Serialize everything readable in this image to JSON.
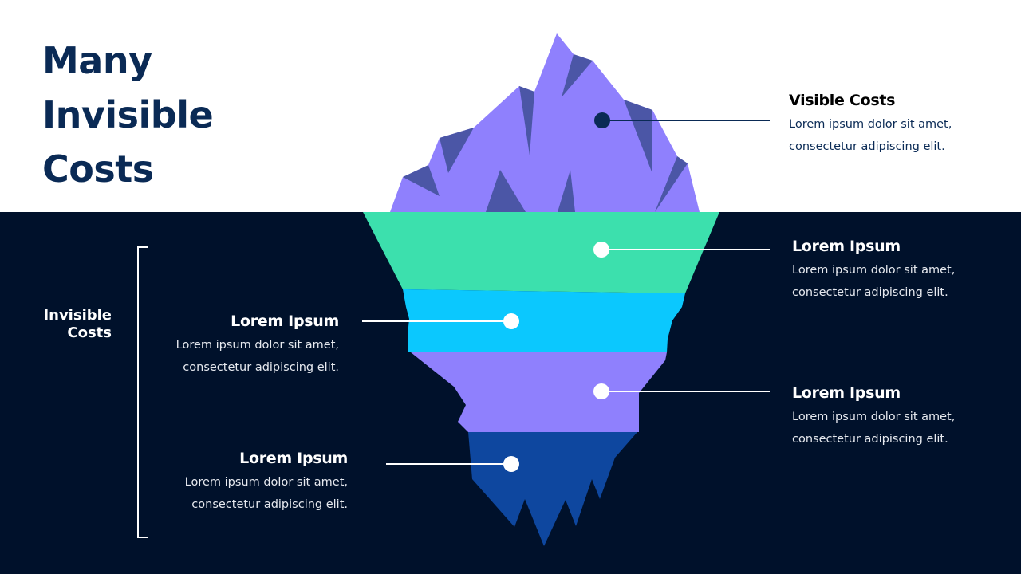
{
  "slide": {
    "title_lines": [
      "Many",
      "Invisible",
      "Costs"
    ],
    "invisible_label_lines": [
      "Invisible",
      "Costs"
    ]
  },
  "colors": {
    "navy_background": "#00112b",
    "title_navy": "#0a2a55",
    "ice_purple": "#8f80fd",
    "ice_shadow": "#4b56a6",
    "band_green": "#3ce0ad",
    "band_cyan": "#0bc8fe",
    "band_violet": "#8f80fd",
    "band_blue": "#0e479f"
  },
  "callouts": {
    "visible": {
      "heading": "Visible Costs",
      "line1": "Lorem ipsum dolor sit amet,",
      "line2": "consectetur  adipiscing elit."
    },
    "right1": {
      "heading": "Lorem Ipsum",
      "line1": "Lorem ipsum dolor sit amet,",
      "line2": "consectetur  adipiscing elit."
    },
    "right2": {
      "heading": "Lorem Ipsum",
      "line1": "Lorem ipsum dolor sit amet,",
      "line2": "consectetur  adipiscing elit."
    },
    "left1": {
      "heading": "Lorem Ipsum",
      "line1": "Lorem ipsum dolor sit amet,",
      "line2": "consectetur  adipiscing elit."
    },
    "left2": {
      "heading": "Lorem Ipsum",
      "line1": "Lorem ipsum dolor sit amet,",
      "line2": "consectetur  adipiscing elit."
    }
  }
}
